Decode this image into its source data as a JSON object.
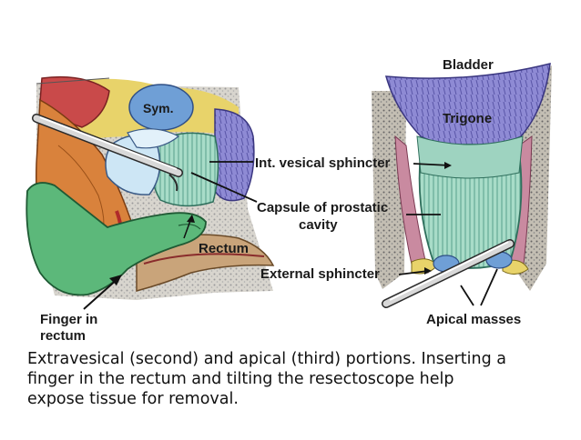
{
  "labels": {
    "sym": "Sym.",
    "int_vesical_sphincter": "Int. vesical sphincter",
    "capsule_line1": "Capsule of prostatic",
    "capsule_line2": "cavity",
    "rectum": "Rectum",
    "external_sphincter": "External sphincter",
    "finger_line1": "Finger in",
    "finger_line2": "rectum",
    "bladder": "Bladder",
    "trigone": "Trigone",
    "apical_masses": "Apical masses"
  },
  "caption": {
    "line1": "Extravesical (second) and apical (third) portions. Inserting a",
    "line2": "finger in the rectum and tilting the resectoscope help",
    "line3": "expose tissue for removal."
  },
  "colors": {
    "prostate_green": "#9ed3c0",
    "finger_green": "#5cb87a",
    "bladder_purple": "#7b78c8",
    "apical_blue": "#6f9fd6",
    "rectum_wall": "#c9a47a",
    "fat_yellow": "#e8d36a",
    "flesh_orange": "#d9823c",
    "muscle_pink": "#c98aa0"
  }
}
